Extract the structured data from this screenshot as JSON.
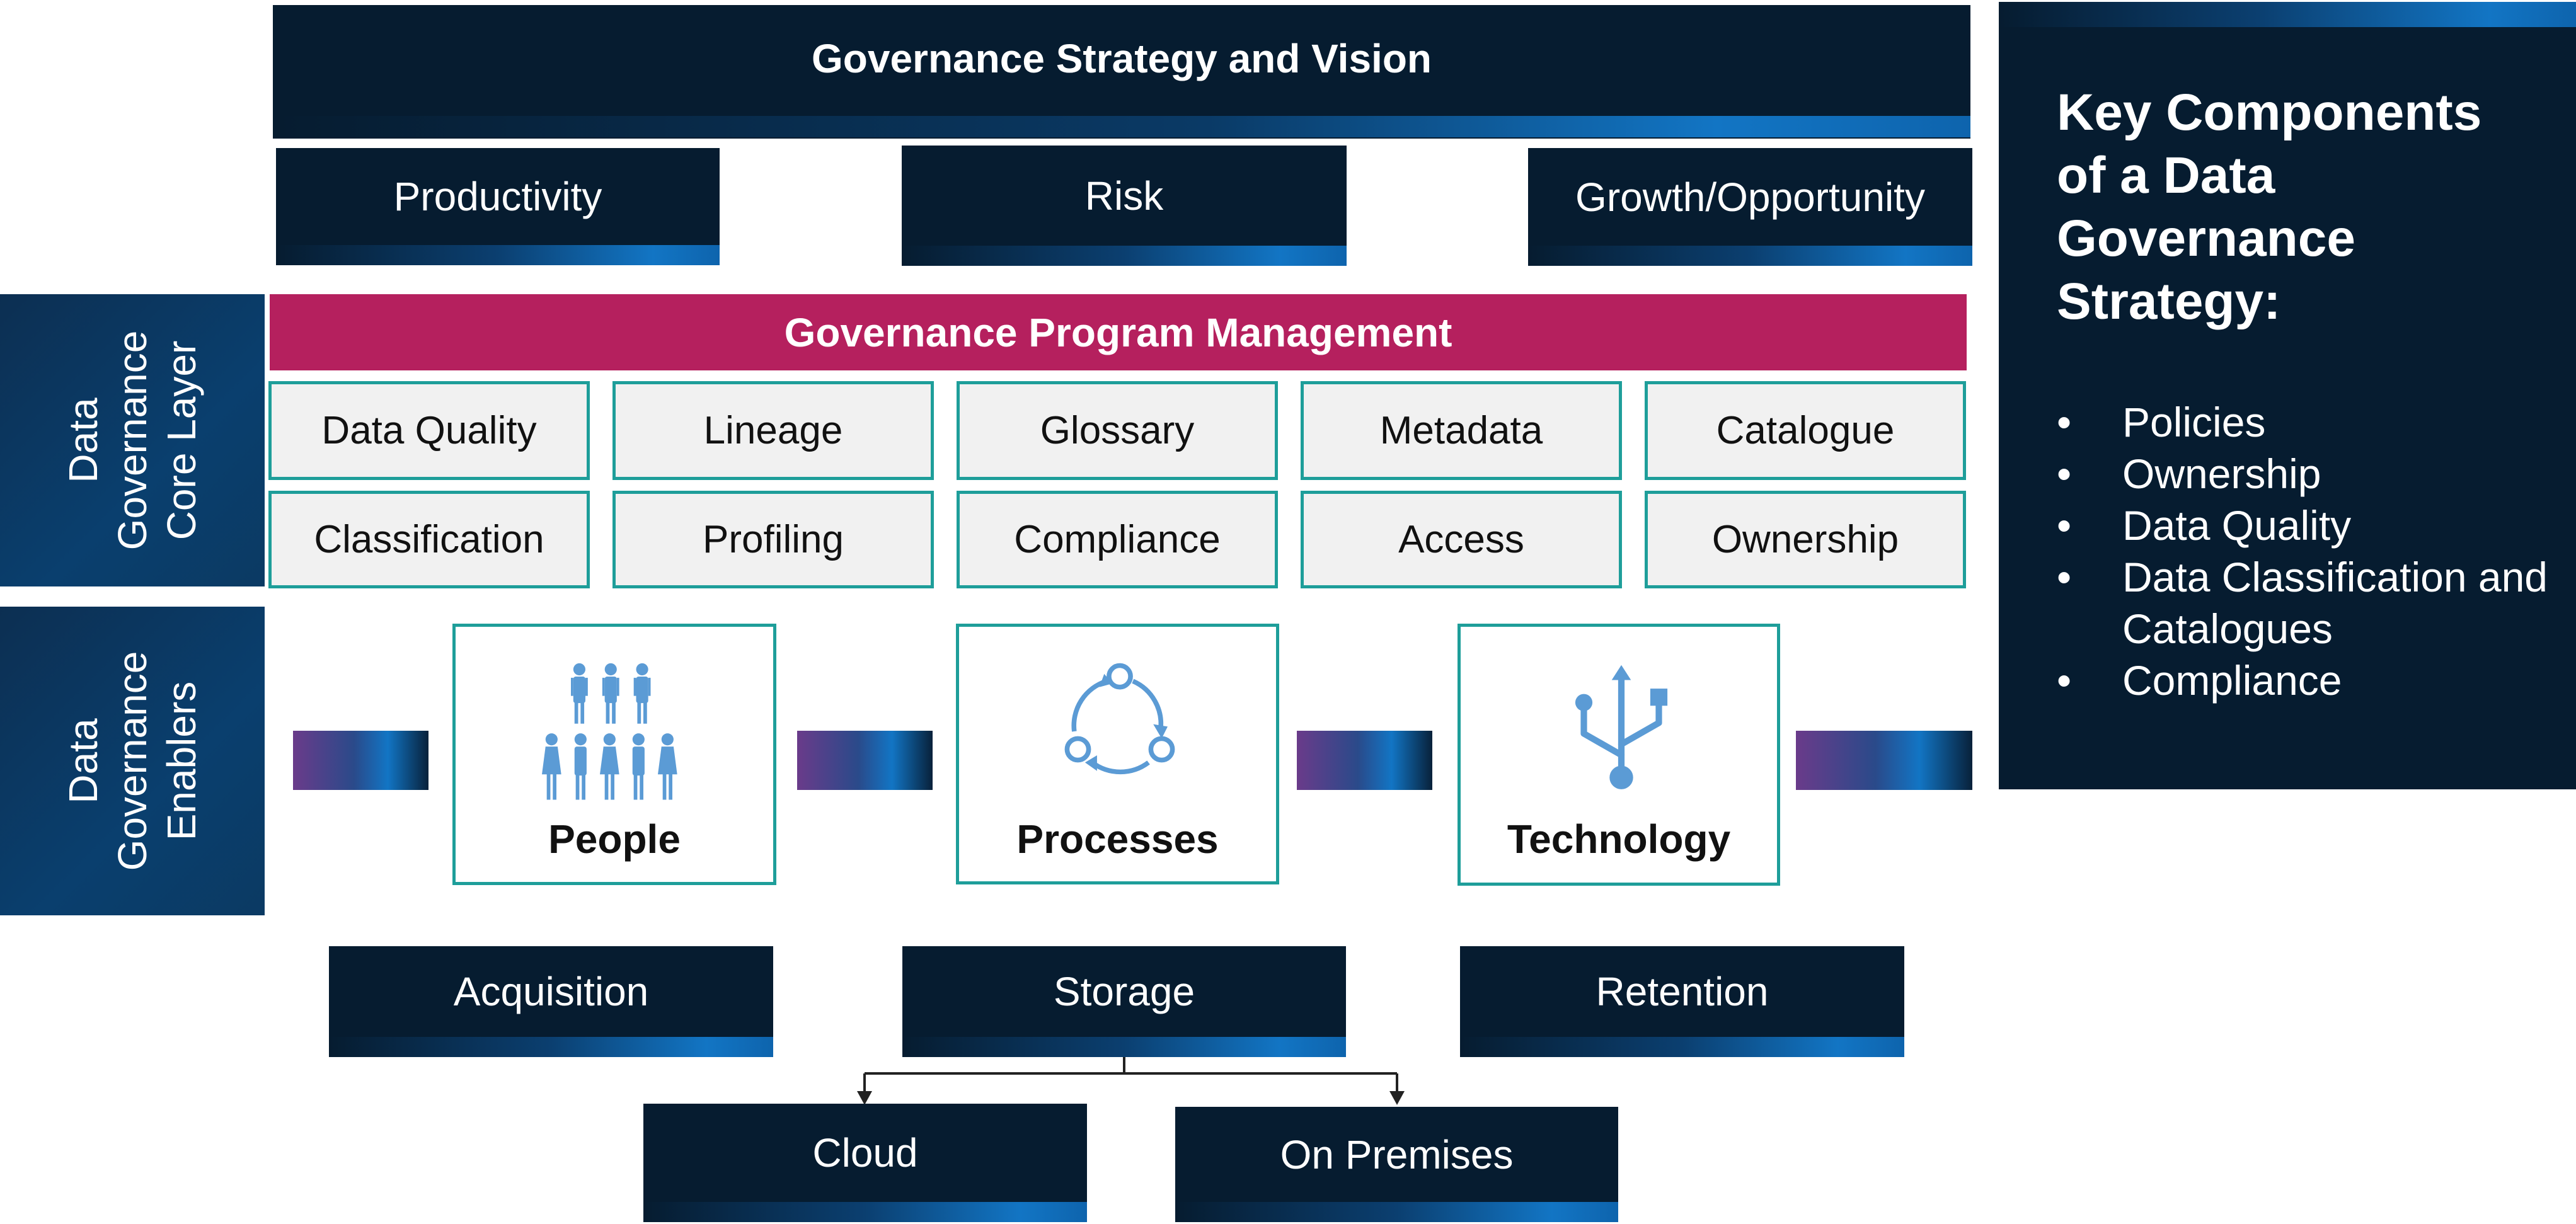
{
  "strategy": {
    "title": "Governance Strategy and Vision",
    "drivers": [
      "Productivity",
      "Risk",
      "Growth/Opportunity"
    ]
  },
  "core_layer": {
    "side_label": "Data\nGovernance\nCore Layer",
    "banner": "Governance Program Management",
    "row1": [
      "Data Quality",
      "Lineage",
      "Glossary",
      "Metadata",
      "Catalogue"
    ],
    "row2": [
      "Classification",
      "Profiling",
      "Compliance",
      "Access",
      "Ownership"
    ]
  },
  "enablers": {
    "side_label": "Data\nGovernance\nEnablers",
    "cards": [
      {
        "label": "People",
        "icon": "people-icon"
      },
      {
        "label": "Processes",
        "icon": "cycle-icon"
      },
      {
        "label": "Technology",
        "icon": "usb-icon"
      }
    ]
  },
  "lifecycle": {
    "stages": [
      "Acquisition",
      "Storage",
      "Retention"
    ],
    "storage_targets": [
      "Cloud",
      "On Premises"
    ]
  },
  "key_components": {
    "title": "Key Components of a Data Governance Strategy:",
    "items": [
      "Policies",
      "Ownership",
      "Data Quality",
      "Data Classification and Catalogues",
      "Compliance"
    ]
  },
  "colors": {
    "navy": "#061c30",
    "accent_blue": "#1275c4",
    "banner_magenta": "#b5205e",
    "teal_border": "#1e9e9a",
    "box_grey": "#f1f1f1",
    "icon_blue": "#5b9bd5"
  }
}
